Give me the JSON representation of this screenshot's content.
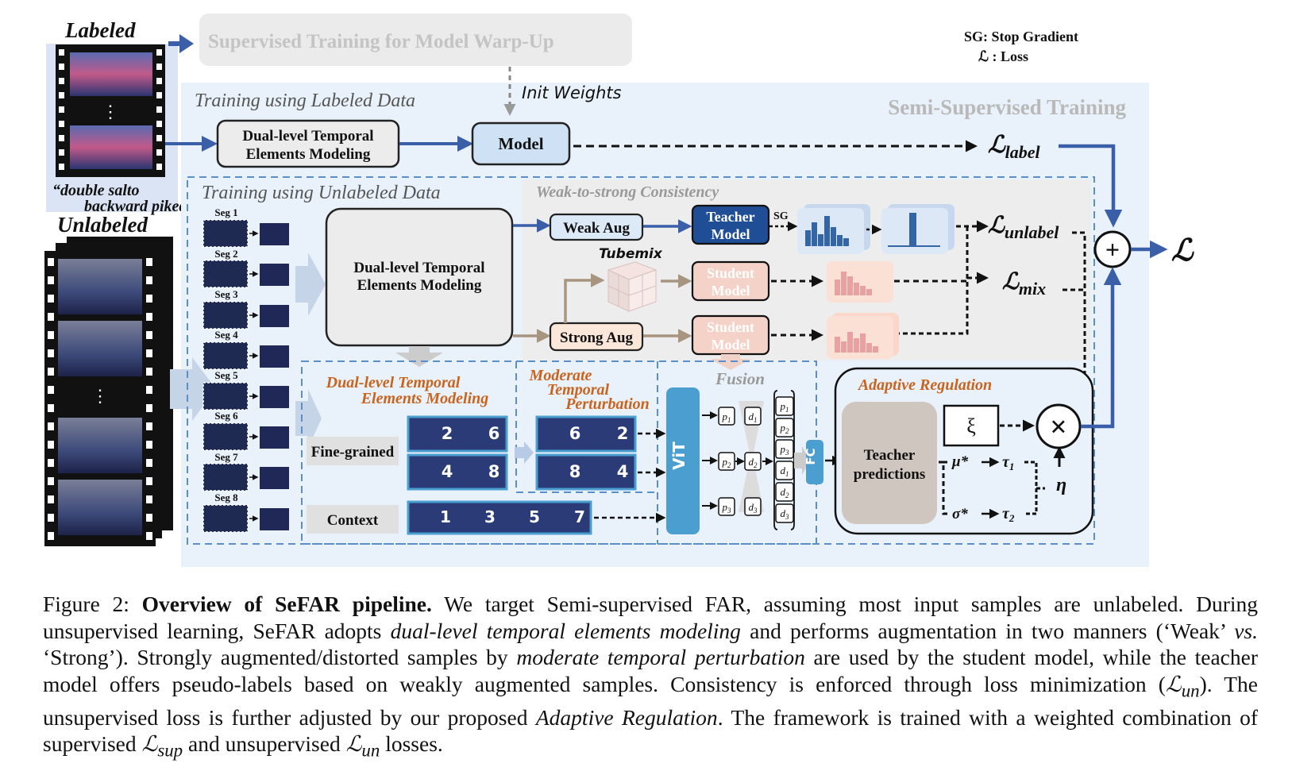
{
  "legend": {
    "sg": "SG: Stop Gradient",
    "loss": "ℒ : Loss"
  },
  "top": {
    "labeled": "Labeled",
    "supervised_box": "Supervised Training for Model Warp-Up",
    "init_weights": "Init Weights",
    "quote_line1": "“double salto",
    "quote_line2": "backward piked”",
    "unlabeled": "Unlabeled"
  },
  "semi": {
    "title": "Semi-Supervised Training",
    "labeled_section": "Training using Labeled Data",
    "dual_level_line1": "Dual-level Temporal",
    "dual_level_line2": "Elements Modeling",
    "model": "Model",
    "loss_label": "ℒ",
    "loss_label_sub": "label"
  },
  "unlabeled_section": {
    "title": "Training using Unlabeled Data",
    "segments": [
      "Seg 1",
      "Seg 2",
      "Seg 3",
      "Seg 4",
      "Seg 5",
      "Seg 6",
      "Seg 7",
      "Seg 8"
    ],
    "dual_line1": "Dual-level Temporal",
    "dual_line2": "Elements Modeling"
  },
  "consistency": {
    "title": "Weak-to-strong Consistency",
    "weak_aug": "Weak Aug",
    "strong_aug": "Strong Aug",
    "teacher_line1": "Teacher",
    "teacher_line2": "Model",
    "student_line1": "Student",
    "student_line2": "Model",
    "sg": "SG",
    "tubemix": "Tubemix",
    "loss_unlabel_sub": "unlabel",
    "loss_mix_sub": "mix",
    "loss_symbol": "ℒ",
    "plus": "+",
    "total": "ℒ"
  },
  "detail": {
    "dual_title_line1": "Dual-level Temporal",
    "dual_title_line2": "Elements Modeling",
    "fine_grained": "Fine-grained",
    "context": "Context",
    "fine_row1": [
      "2",
      "6"
    ],
    "fine_row2": [
      "4",
      "8"
    ],
    "context_row": [
      "1",
      "3",
      "5",
      "7"
    ],
    "moderate_line1": "Moderate",
    "moderate_line2": "Temporal",
    "moderate_line3": "Perturbation",
    "mod_row1": [
      "6",
      "2"
    ],
    "mod_row2": [
      "8",
      "4"
    ],
    "fusion": "Fusion",
    "vit": "ViT",
    "fc": "FC",
    "p_labels": [
      "p",
      "p",
      "p"
    ],
    "subs": [
      "1",
      "2",
      "3"
    ],
    "stack_letters": [
      "p",
      "p",
      "p",
      "d",
      "d",
      "d"
    ],
    "stack_subs": [
      "1",
      "2",
      "3",
      "1",
      "2",
      "3"
    ],
    "adaptive_title": "Adaptive Regulation",
    "teacher_pred_line1": "Teacher",
    "teacher_pred_line2": "predictions",
    "xi": "ξ",
    "mu": "μ*",
    "sigma": "σ*",
    "tau1": "τ",
    "tau2": "τ",
    "eta": "η",
    "times": "×"
  },
  "caption": {
    "fig": "Figure 2: ",
    "bold": "Overview of SeFAR pipeline.",
    "t1": " We target Semi-supervised FAR, assuming most input samples are unlabeled. During unsupervised learning, SeFAR adopts ",
    "i1": "dual-level temporal elements modeling",
    "t2": " and performs augmentation in two manners (‘Weak’ ",
    "i2": "vs.",
    "t3": " ‘Strong’). Strongly augmented/distorted samples by ",
    "i3": "moderate temporal perturbation",
    "t4": " are used by the student model, while the teacher model offers pseudo-labels based on weakly augmented samples. Consistency is enforced through loss minimization (",
    "l_un1": "ℒ",
    "l_un1_sub": "un",
    "t5": "). The unsupervised loss is further adjusted by our proposed ",
    "i4": "Adaptive Regulation",
    "t6": ". The framework is trained with a weighted combination of supervised ",
    "l_sup": "ℒ",
    "l_sup_sub": "sup",
    "t7": " and unsupervised ",
    "l_un2": "ℒ",
    "l_un2_sub": "un",
    "t8": " losses."
  },
  "colors": {
    "blue_arrow": "#3a5fa8",
    "semi_bg": "#e9f1fa",
    "weak_bg": "#eeeeee",
    "teacher_fill": "#1f4e96",
    "student_fill": "#f5d2c8",
    "orange_text": "#c8641e",
    "vit_fill": "#4a9fd0",
    "hist_blue": "#3465a4",
    "hist_pink": "#e8a0a0"
  }
}
